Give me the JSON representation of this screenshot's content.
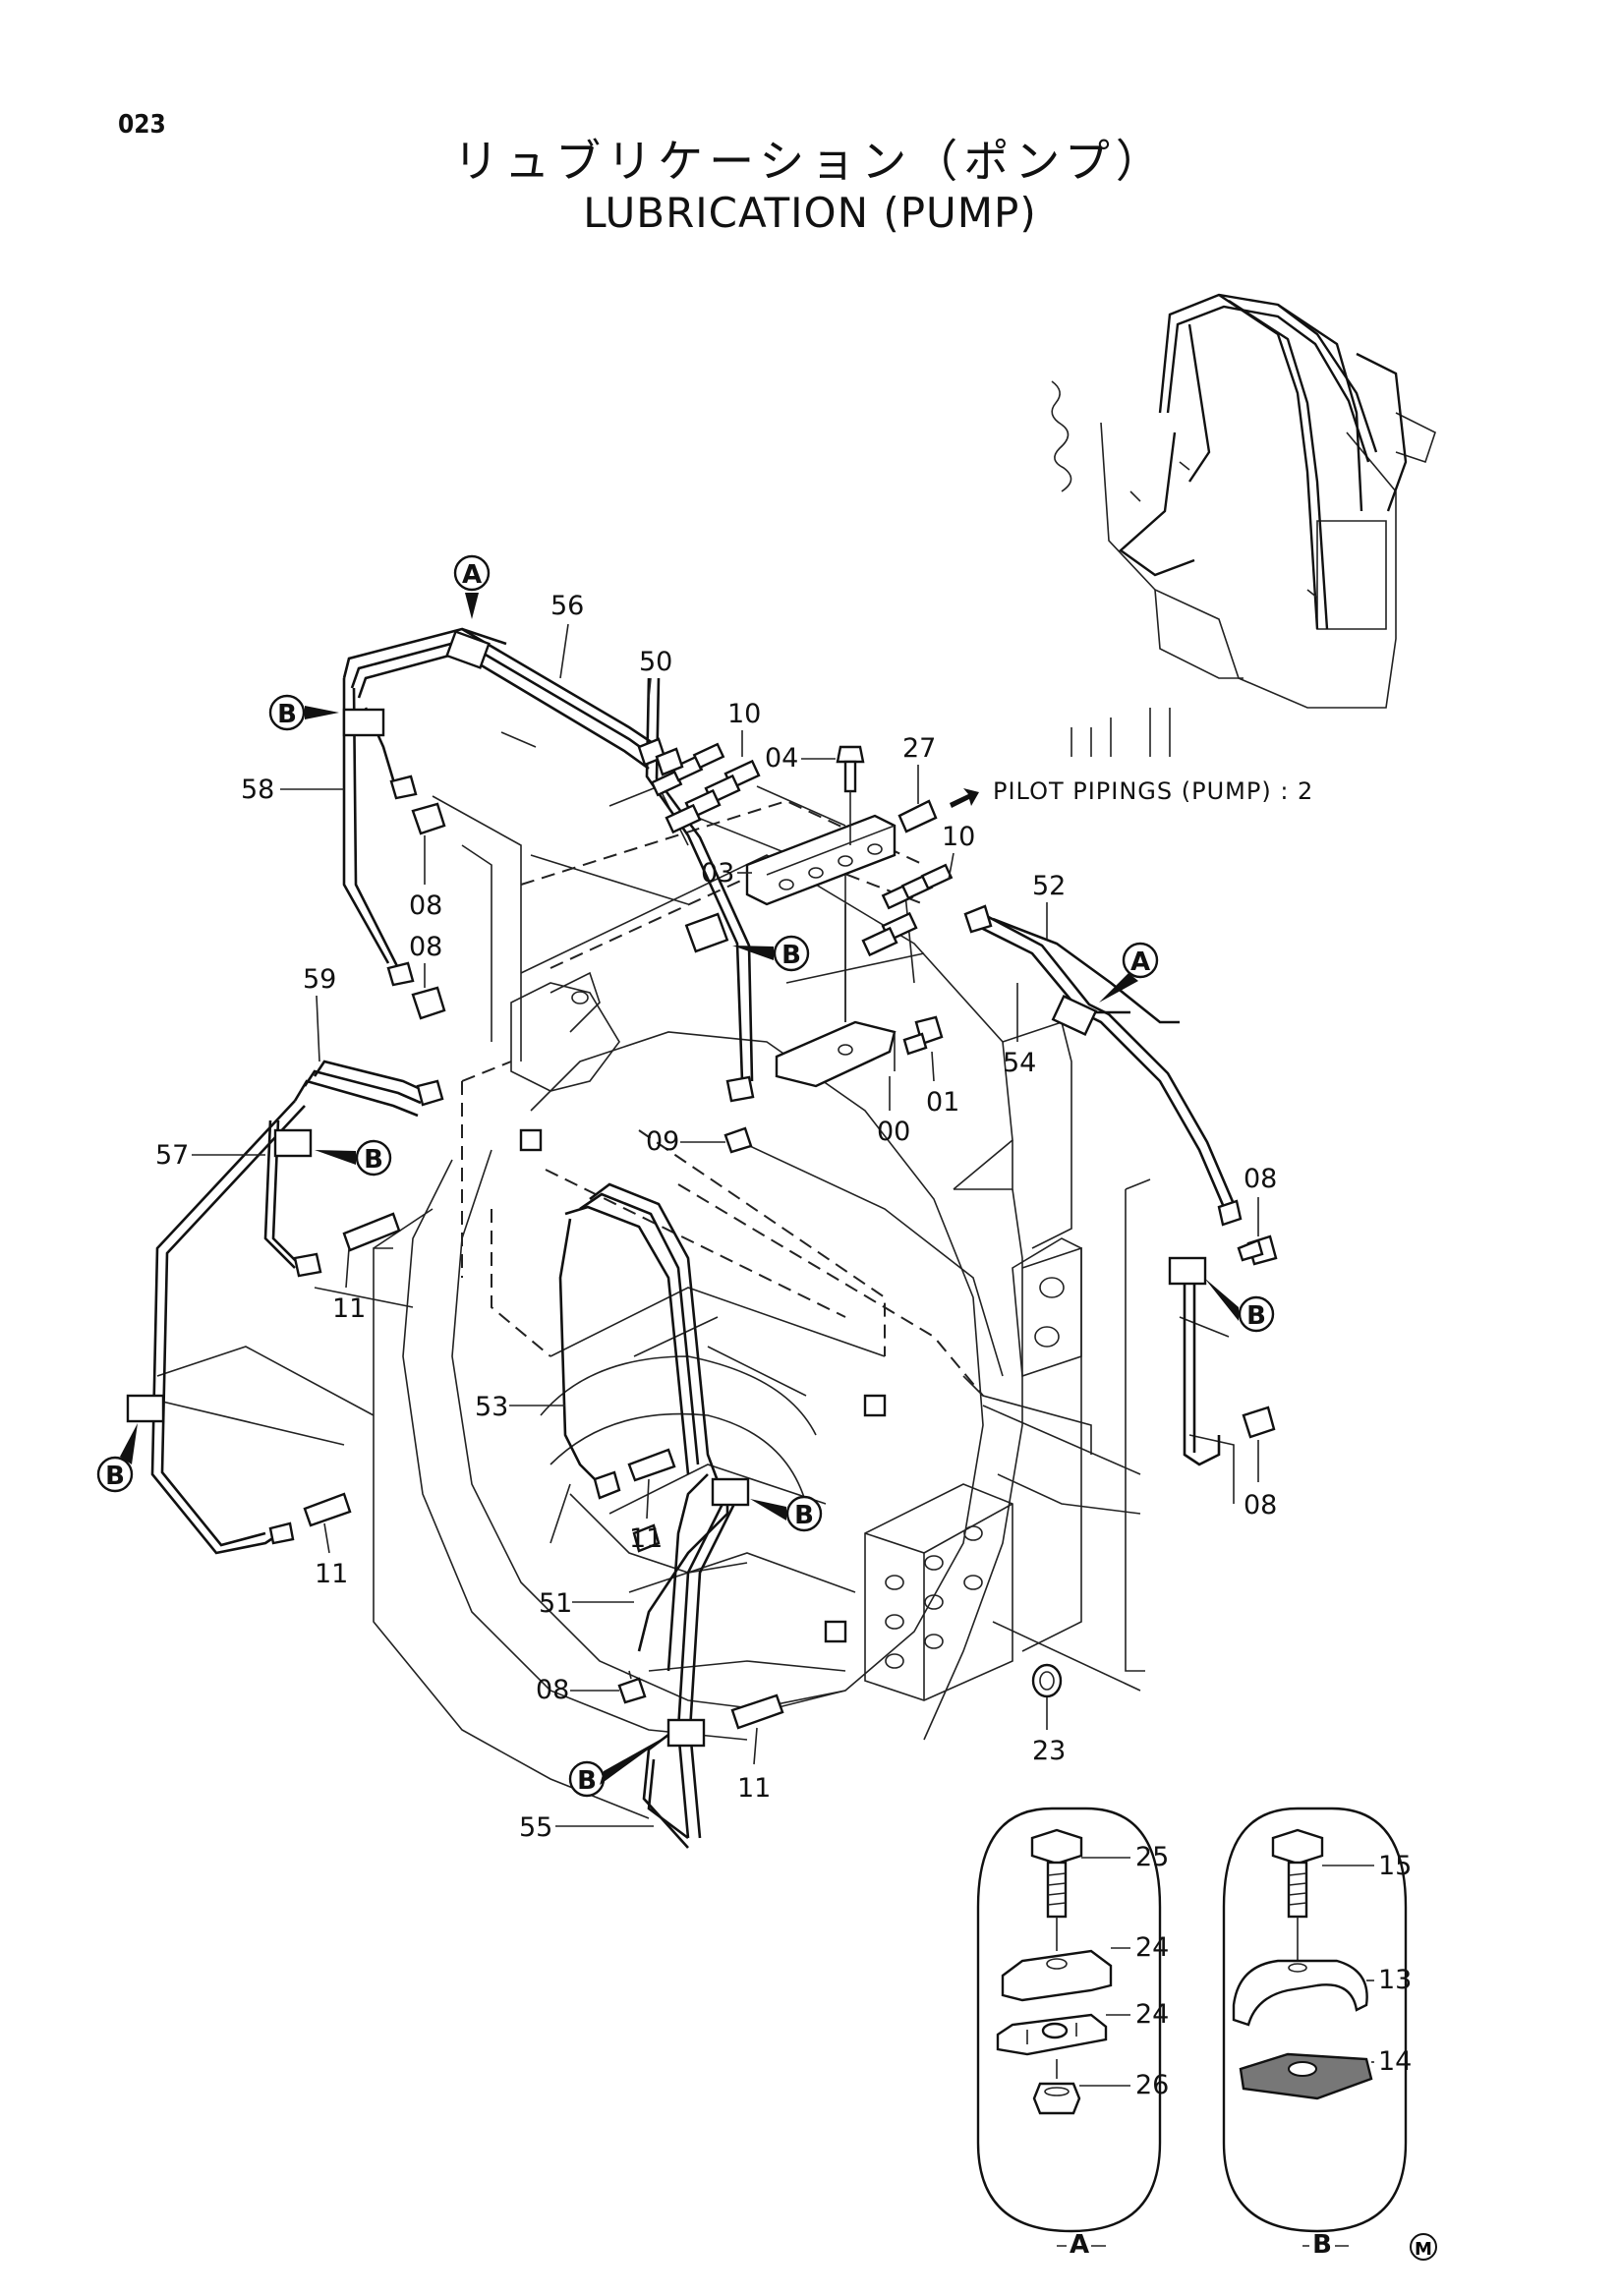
{
  "page": {
    "number": "023",
    "title_jp": "リュブリケーション（ポンプ）",
    "title_en": "LUBRICATION (PUMP)"
  },
  "reference": {
    "text": "PILOT PIPINGS (PUMP) : 2"
  },
  "detail_views": {
    "a_label": "A",
    "b_label": "B"
  },
  "mark": "M",
  "labels": {
    "p56": "56",
    "p50": "50",
    "p10a": "10",
    "p04": "04",
    "p27": "27",
    "p58": "58",
    "p08a": "08",
    "p08b": "08",
    "p03": "03",
    "p10b": "10",
    "p52": "52",
    "p54": "54",
    "p59": "59",
    "p01": "01",
    "p00": "00",
    "p57": "57",
    "p09": "09",
    "p08c": "08",
    "p11a": "11",
    "p53": "53",
    "p11b": "11",
    "p11c": "11",
    "p08d": "08",
    "p51": "51",
    "p08e": "08",
    "p23": "23",
    "p11d": "11",
    "p55": "55",
    "p25": "25",
    "p24a": "24",
    "p24b": "24",
    "p26": "26",
    "p15": "15",
    "p13": "13",
    "p14": "14"
  },
  "callouts": {
    "a1": "A",
    "b1": "B",
    "b2": "B",
    "a2": "A",
    "b3": "B",
    "b4": "B",
    "b5": "B",
    "b6": "B",
    "b7": "B"
  }
}
